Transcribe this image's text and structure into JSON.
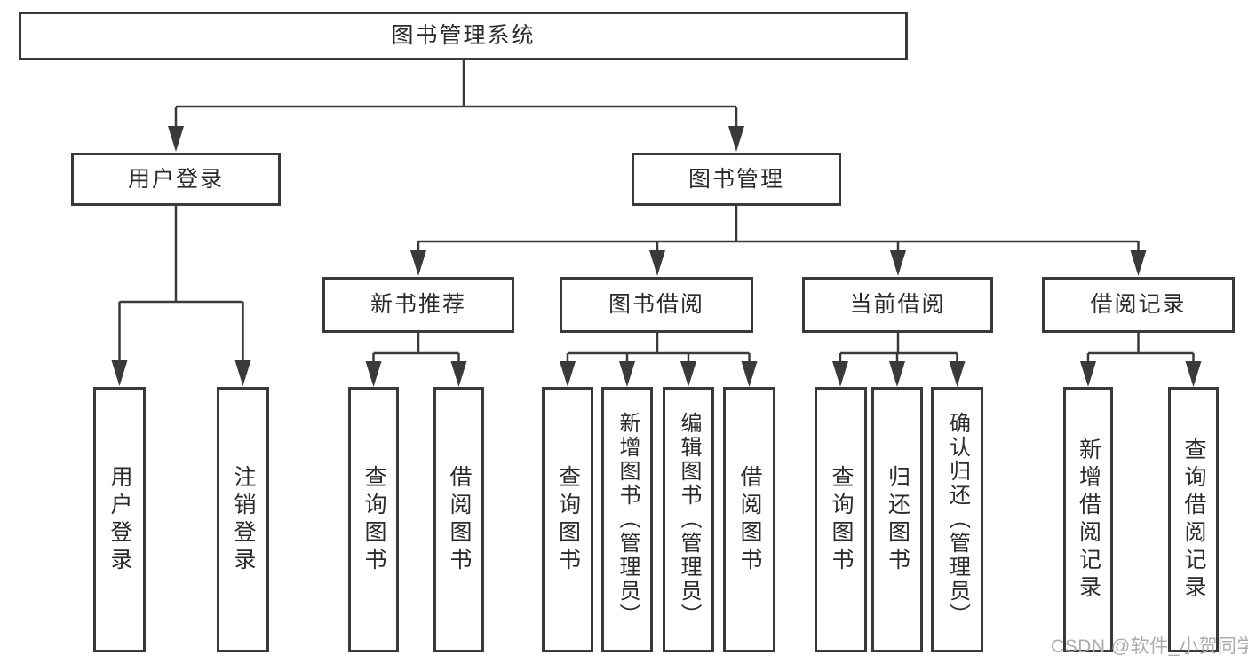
{
  "title": "图书管理系统",
  "level1": {
    "user_login": "用户登录",
    "book_mgmt": "图书管理"
  },
  "level2": {
    "new_book": "新书推荐",
    "book_borrow": "图书借阅",
    "current_borrow": "当前借阅",
    "borrow_record": "借阅记录"
  },
  "leaves": {
    "user_login": "用户登录",
    "logout": "注销登录",
    "nb_query": "查询图书",
    "nb_borrow": "借阅图书",
    "bb_query": "查询图书",
    "bb_add": "新增图书（管理员）",
    "bb_edit": "编辑图书（管理员）",
    "bb_borrow": "借阅图书",
    "cb_query": "查询图书",
    "cb_return": "归还图书",
    "cb_confirm": "确认归还（管理员）",
    "br_add": "新增借阅记录",
    "br_query": "查询借阅记录"
  },
  "watermark": "CSDN @软件_小贺同学",
  "colors": {
    "line": "#3a3a3a",
    "text": "#2b2b2b",
    "watermark": "#a9adb3"
  }
}
